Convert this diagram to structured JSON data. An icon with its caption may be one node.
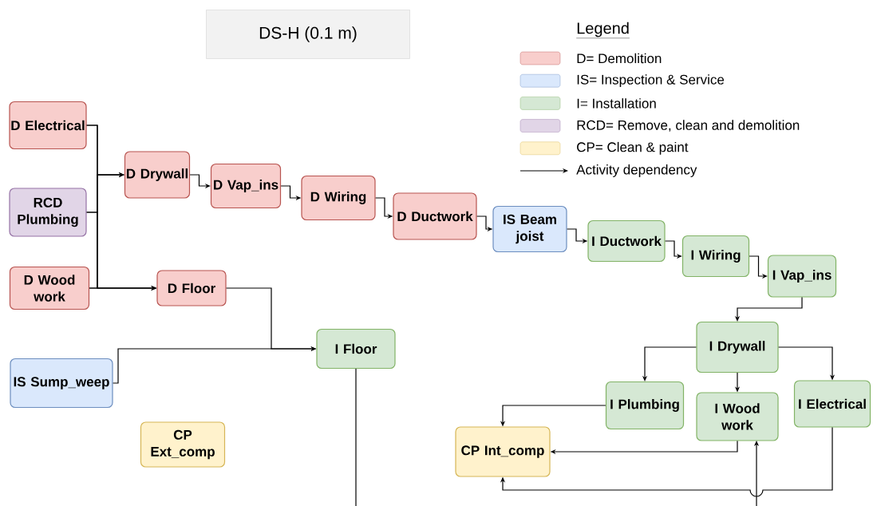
{
  "diagram": {
    "title": "DS-H (0.1 m)",
    "nodes": [
      {
        "text": [
          "D Electrical"
        ]
      },
      {
        "text": [
          "RCD Plumbing"
        ]
      },
      {
        "text": [
          "D Wood work"
        ]
      },
      {
        "text": [
          "D Drywall"
        ]
      },
      {
        "text": [
          "D Vap_ins"
        ]
      },
      {
        "text": [
          "D Wiring"
        ]
      },
      {
        "text": [
          "D Ductwork"
        ]
      },
      {
        "text": [
          "IS Beam joist"
        ]
      },
      {
        "text": [
          "I Ductwork"
        ]
      },
      {
        "text": [
          "I Wiring"
        ]
      },
      {
        "text": [
          "I Vap_ins"
        ]
      },
      {
        "text": [
          "D Floor"
        ]
      },
      {
        "text": [
          "IS Sump_weep"
        ]
      },
      {
        "text": [
          "I Floor"
        ]
      },
      {
        "text": [
          "I Drywall"
        ]
      },
      {
        "text": [
          "I Plumbing"
        ]
      },
      {
        "text": [
          "I Wood work"
        ]
      },
      {
        "text": [
          "I Electrical"
        ]
      },
      {
        "text": [
          "CP Ext_comp"
        ]
      },
      {
        "text": [
          "CP Int_comp"
        ]
      }
    ],
    "edges": [
      {
        "from": 0,
        "to": 3,
        "arrow": "to"
      },
      {
        "from": 1,
        "to": 3,
        "arrow": "to"
      },
      {
        "from": 2,
        "to": 3,
        "arrow": "to"
      },
      {
        "from": 0,
        "to": 11,
        "arrow": "to"
      },
      {
        "from": 1,
        "to": 11,
        "arrow": "to"
      },
      {
        "from": 2,
        "to": 11,
        "arrow": "to"
      },
      {
        "from": 3,
        "to": 4,
        "arrow": "to"
      },
      {
        "from": 4,
        "to": 5,
        "arrow": "to"
      },
      {
        "from": 5,
        "to": 6,
        "arrow": "to"
      },
      {
        "from": 6,
        "to": 7,
        "arrow": "to"
      },
      {
        "from": 7,
        "to": 8,
        "arrow": "to"
      },
      {
        "from": 8,
        "to": 9,
        "arrow": "to"
      },
      {
        "from": 9,
        "to": 10,
        "arrow": "to"
      },
      {
        "from": 10,
        "to": 14,
        "arrow": "to"
      },
      {
        "from": 14,
        "to": 15,
        "arrow": "to"
      },
      {
        "from": 14,
        "to": 16,
        "arrow": "to"
      },
      {
        "from": 14,
        "to": 17,
        "arrow": "to"
      },
      {
        "from": 11,
        "to": 13,
        "arrow": "to"
      },
      {
        "from": 12,
        "to": 13,
        "arrow": "to"
      },
      {
        "from": 15,
        "to": 19,
        "arrow": "to"
      },
      {
        "from": 16,
        "to": 19,
        "arrow": "to"
      },
      {
        "from": 17,
        "to": 19,
        "arrow": "to"
      },
      {
        "from": 13,
        "to": 16,
        "arrow": "to"
      }
    ],
    "labels": [
      "Legend"
    ],
    "legend": [
      {
        "text": "D= Demolition",
        "color": "#f8cecc"
      },
      {
        "text": "IS= Inspection & Service",
        "color": "#dae8fc"
      },
      {
        "text": "I= Installation",
        "color": "#d5e8d4"
      },
      {
        "text": "RCD= Remove, clean and demolition",
        "color": "#e1d5e7"
      },
      {
        "text": "CP= Clean & paint",
        "color": "#fff2cc"
      },
      {
        "text": "Activity dependency"
      }
    ]
  }
}
